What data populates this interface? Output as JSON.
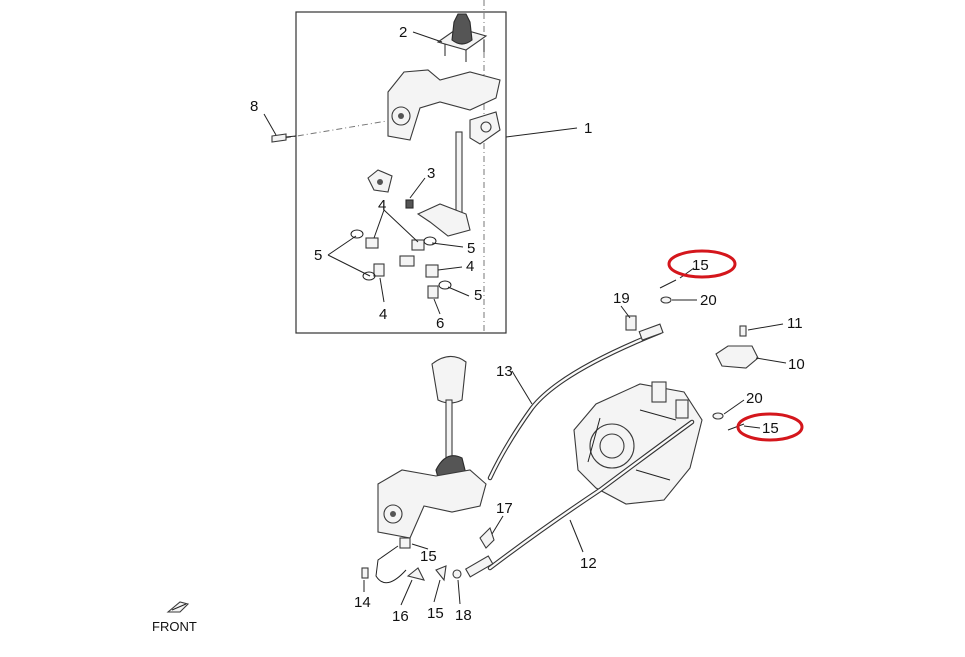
{
  "diagram": {
    "front_label": "FRONT",
    "highlight_color": "#d4161c",
    "callouts": [
      {
        "id": "c1",
        "text": "1"
      },
      {
        "id": "c2",
        "text": "2"
      },
      {
        "id": "c3",
        "text": "3"
      },
      {
        "id": "c4a",
        "text": "4"
      },
      {
        "id": "c4b",
        "text": "4"
      },
      {
        "id": "c4c",
        "text": "4"
      },
      {
        "id": "c5a",
        "text": "5"
      },
      {
        "id": "c5b",
        "text": "5"
      },
      {
        "id": "c5c",
        "text": "5"
      },
      {
        "id": "c6",
        "text": "6"
      },
      {
        "id": "c8",
        "text": "8"
      },
      {
        "id": "c10",
        "text": "10"
      },
      {
        "id": "c11",
        "text": "11"
      },
      {
        "id": "c12",
        "text": "12"
      },
      {
        "id": "c13",
        "text": "13"
      },
      {
        "id": "c14",
        "text": "14"
      },
      {
        "id": "c15a",
        "text": "15"
      },
      {
        "id": "c15b",
        "text": "15"
      },
      {
        "id": "c15c",
        "text": "15"
      },
      {
        "id": "c15d",
        "text": "15"
      },
      {
        "id": "c16",
        "text": "16"
      },
      {
        "id": "c17",
        "text": "17"
      },
      {
        "id": "c18",
        "text": "18"
      },
      {
        "id": "c19",
        "text": "19"
      },
      {
        "id": "c20a",
        "text": "20"
      },
      {
        "id": "c20b",
        "text": "20"
      }
    ]
  }
}
